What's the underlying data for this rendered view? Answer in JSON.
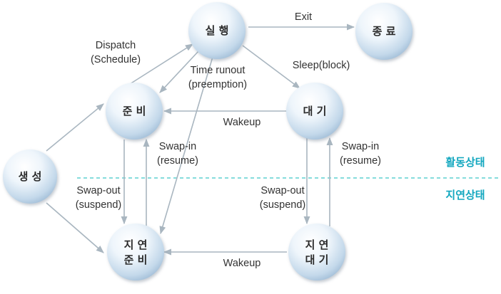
{
  "nodes": {
    "create": {
      "label": "생 성"
    },
    "ready": {
      "label": "준 비"
    },
    "running": {
      "label": "실 행"
    },
    "terminated": {
      "label": "종 료"
    },
    "waiting": {
      "label": "대 기"
    },
    "suspended_ready": {
      "line1": "지 연",
      "line2": "준 비"
    },
    "suspended_waiting": {
      "line1": "지 연",
      "line2": "대 기"
    }
  },
  "edges": {
    "dispatch": {
      "line1": "Dispatch",
      "line2": "(Schedule)"
    },
    "exit": {
      "label": "Exit"
    },
    "time_runout": {
      "line1": "Time runout",
      "line2": "(preemption)"
    },
    "sleep": {
      "label": "Sleep(block)"
    },
    "wakeup_top": {
      "label": "Wakeup"
    },
    "swap_in_left": {
      "line1": "Swap-in",
      "line2": "(resume)"
    },
    "swap_in_right": {
      "line1": "Swap-in",
      "line2": "(resume)"
    },
    "swap_out_left": {
      "line1": "Swap-out",
      "line2": "(suspend)"
    },
    "swap_out_right": {
      "line1": "Swap-out",
      "line2": "(suspend)"
    },
    "wakeup_bottom": {
      "label": "Wakeup"
    }
  },
  "zones": {
    "active": "활동상태",
    "suspended": "지연상태"
  },
  "colors": {
    "zone_line": "#3cc6c6",
    "zone_text": "#12a7bf",
    "arrow": "#a9b6c0"
  }
}
